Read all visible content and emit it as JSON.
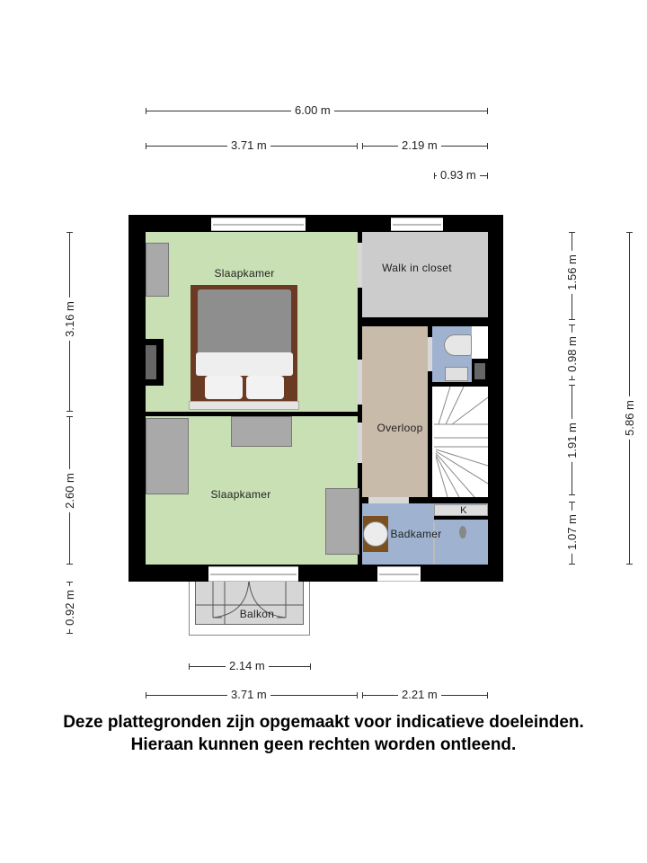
{
  "dimensions": {
    "top": [
      {
        "label": "6.00 m"
      },
      {
        "label": "3.71 m"
      },
      {
        "label": "2.19 m"
      },
      {
        "label": "0.93 m"
      }
    ],
    "bottom": [
      {
        "label": "2.14 m"
      },
      {
        "label": "3.71 m"
      },
      {
        "label": "2.21 m"
      }
    ],
    "left": [
      {
        "label": "3.16 m"
      },
      {
        "label": "2.60 m"
      },
      {
        "label": "0.92 m"
      }
    ],
    "right": [
      {
        "label": "1.56 m"
      },
      {
        "label": "0.98 m"
      },
      {
        "label": "1.91 m"
      },
      {
        "label": "1.07 m"
      },
      {
        "label": "5.86 m"
      }
    ]
  },
  "rooms": {
    "bedroom_1": {
      "label": "Slaapkamer",
      "color": "#c8e0b4"
    },
    "bedroom_2": {
      "label": "Slaapkamer",
      "color": "#c8e0b4"
    },
    "walk_in_closet": {
      "label": "Walk in closet",
      "color": "#cccccc"
    },
    "landing": {
      "label": "Overloop",
      "color": "#c9bba9"
    },
    "bathroom": {
      "label": "Badkamer",
      "color": "#9fb3d1"
    },
    "toilet": {
      "label": "",
      "color": "#9fb3d1"
    },
    "cupboard": {
      "label": "K",
      "color": "#dddddd"
    },
    "balcony": {
      "label": "Balkon",
      "color": "#d6d6d6"
    }
  },
  "colors": {
    "wall": "#000000",
    "bed_frame": "#6b3a22",
    "duvet": "#8e8e8e",
    "furniture": "#a9a9a9"
  },
  "disclaimer": {
    "line1": "Deze plattegronden zijn opgemaakt voor indicatieve doeleinden.",
    "line2": "Hieraan kunnen geen rechten worden ontleend."
  }
}
